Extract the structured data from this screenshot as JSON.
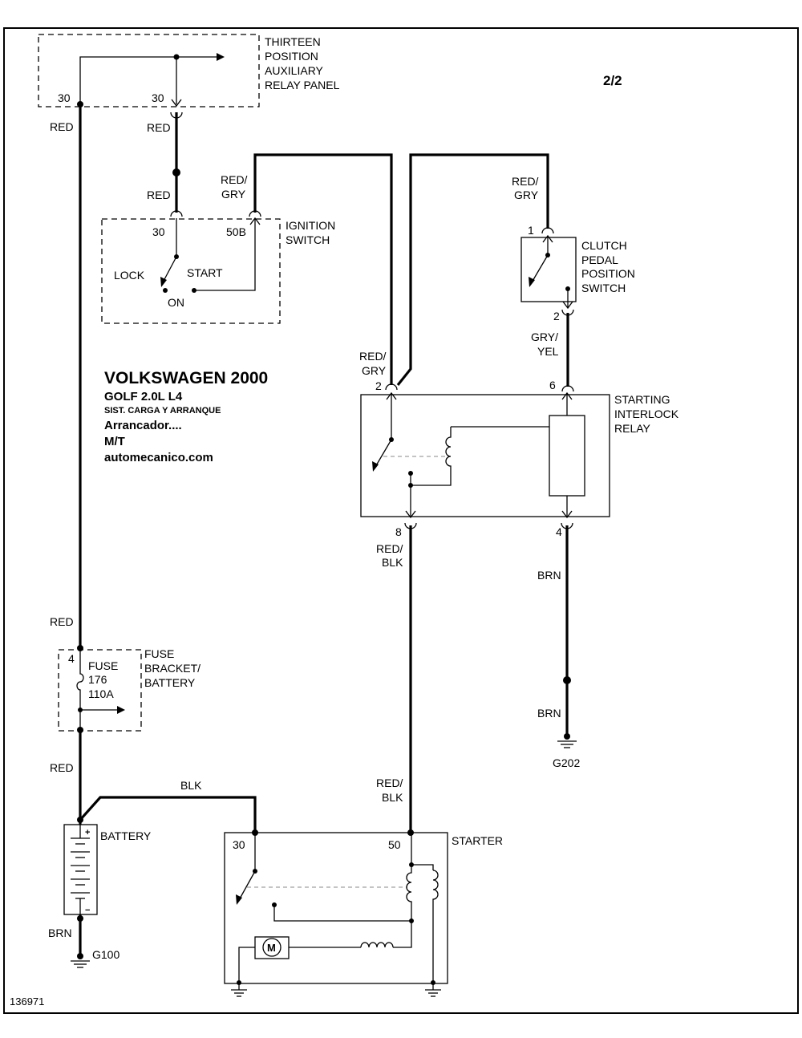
{
  "page_label": "2/2",
  "title": {
    "line1": "VOLKSWAGEN 2000",
    "line2": "GOLF  2.0L  L4",
    "line3": "SIST. CARGA Y ARRANQUE",
    "line4": "Arrancador....",
    "line5": "M/T",
    "line6": "automecanico.com"
  },
  "figure_id": "136971",
  "components": {
    "relay_panel": [
      "THIRTEEN",
      "POSITION",
      "AUXILIARY",
      "RELAY PANEL"
    ],
    "ignition_switch": [
      "IGNITION",
      "SWITCH"
    ],
    "clutch_switch": [
      "CLUTCH",
      "PEDAL",
      "POSITION",
      "SWITCH"
    ],
    "interlock_relay": [
      "STARTING",
      "INTERLOCK",
      "RELAY"
    ],
    "fuse_bracket": [
      "FUSE",
      "BRACKET/",
      "BATTERY"
    ],
    "fuse": [
      "FUSE",
      "176",
      "110A"
    ],
    "battery": "BATTERY",
    "starter": "STARTER",
    "motor_symbol": "M",
    "battery_plus": "+",
    "battery_minus": "−"
  },
  "switch_positions": {
    "lock": "LOCK",
    "on": "ON",
    "start": "START"
  },
  "terminals": {
    "relay_panel_left": "30",
    "relay_panel_right": "30",
    "ign_30": "30",
    "ign_50b": "50B",
    "clutch_1": "1",
    "clutch_2": "2",
    "relay_2": "2",
    "relay_6": "6",
    "relay_8": "8",
    "relay_4": "4",
    "fuse_4": "4",
    "starter_30": "30",
    "starter_50": "50"
  },
  "wires": {
    "red_main_top": "RED",
    "red_panel": "RED",
    "red_ign": "RED",
    "red_gry_ign_1": "RED/",
    "red_gry_ign_2": "GRY",
    "red_gry_clutch_1": "RED/",
    "red_gry_clutch_2": "GRY",
    "red_gry_relay_1": "RED/",
    "red_gry_relay_2": "GRY",
    "gry_yel_1": "GRY/",
    "gry_yel_2": "YEL",
    "red_blk_relay_1": "RED/",
    "red_blk_relay_2": "BLK",
    "brn_relay": "BRN",
    "brn_ground": "BRN",
    "red_fuse_top": "RED",
    "red_fuse_bottom": "RED",
    "blk_battery": "BLK",
    "red_blk_starter_1": "RED/",
    "red_blk_starter_2": "BLK",
    "brn_battery": "BRN"
  },
  "grounds": {
    "g202": "G202",
    "g100": "G100"
  }
}
